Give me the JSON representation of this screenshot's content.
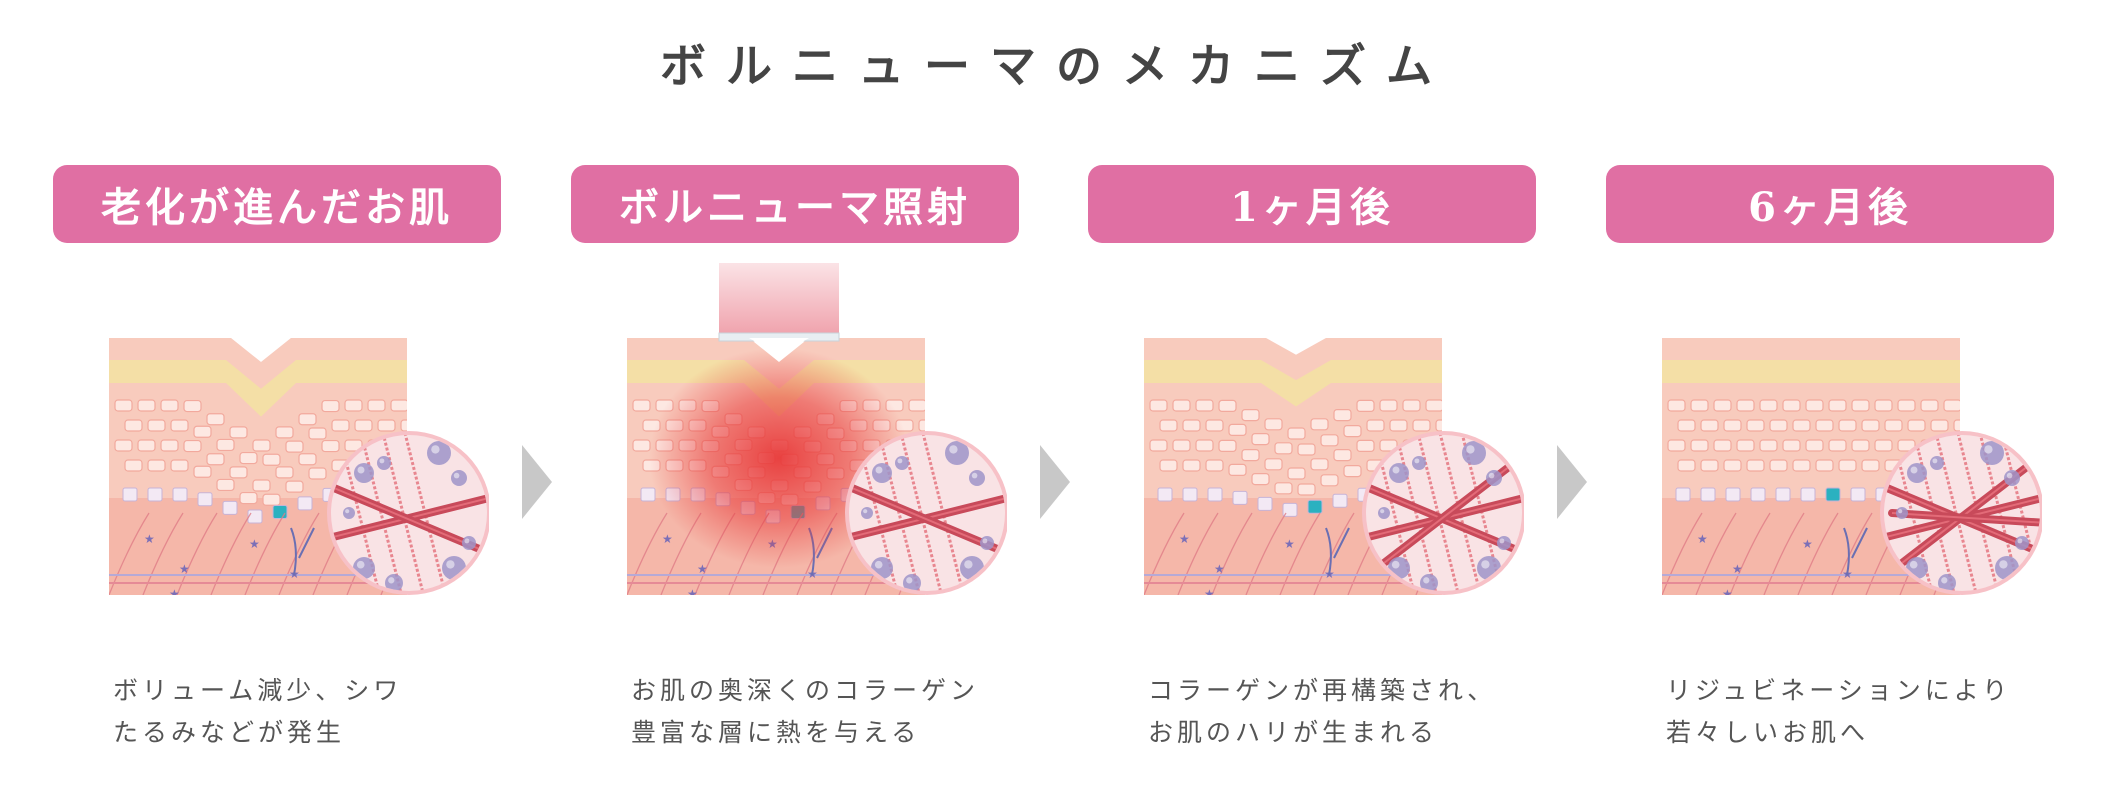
{
  "title": "ボルニューマのメカニズム",
  "colors": {
    "header_bg": "#e06fa3",
    "skin_top": "#f7c9b3",
    "fat_layer": "#f4dfa6",
    "dermis": "#f5b7a9",
    "collagen": "#c84a5a",
    "elastin_dots": "#9f94c9",
    "basal_marker": "#2bb1c0",
    "heat": "#e83a3a",
    "arrow": "#c8c8c8"
  },
  "steps": [
    {
      "label": "老化が進んだお肌",
      "caption": [
        "ボリューム減少、シワ",
        "たるみなどが発生"
      ],
      "wrinkle_depth": 1.0,
      "has_device": false,
      "collagen_density": 0.25
    },
    {
      "label": "ボルニューマ照射",
      "caption": [
        "お肌の奥深くのコラーゲン",
        "豊富な層に熱を与える"
      ],
      "wrinkle_depth": 1.0,
      "has_device": true,
      "collagen_density": 0.25
    },
    {
      "label": "1ヶ月後",
      "caption": [
        "コラーゲンが再構築され、",
        "お肌のハリが生まれる"
      ],
      "wrinkle_depth": 0.7,
      "has_device": false,
      "collagen_density": 0.6
    },
    {
      "label": "6ヶ月後",
      "caption": [
        "リジュビネーションにより",
        "若々しいお肌へ"
      ],
      "wrinkle_depth": 0.0,
      "has_device": false,
      "collagen_density": 1.0
    }
  ]
}
